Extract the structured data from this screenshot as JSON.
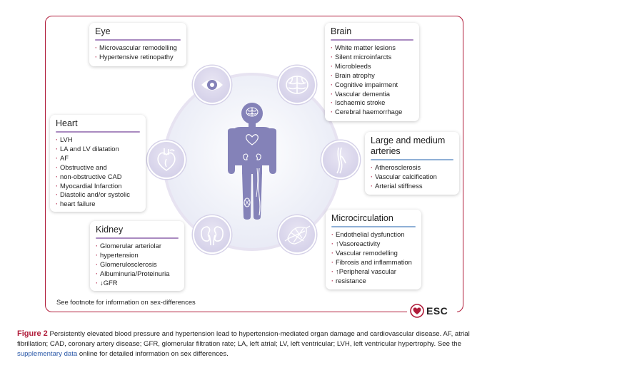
{
  "cards": {
    "eye": {
      "title": "Eye",
      "items": [
        "Microvascular remodelling",
        "Hypertensive retinopathy"
      ]
    },
    "brain": {
      "title": "Brain",
      "items": [
        "White matter lesions",
        "Silent microinfarcts",
        "Microbleeds",
        "Brain atrophy",
        "Cognitive impairment",
        "Vascular dementia",
        "Ischaemic stroke",
        "Cerebral haemorrhage"
      ]
    },
    "heart": {
      "title": "Heart",
      "items": [
        "LVH",
        "LA and LV dilatation",
        "AF",
        "Obstructive and",
        "non-obstructive CAD",
        "Myocardial Infarction",
        "Diastolic and/or systolic",
        "heart failure"
      ]
    },
    "arteries": {
      "title_line1": "Large and medium",
      "title_line2": "arteries",
      "items": [
        "Atherosclerosis",
        "Vascular calcification",
        "Arterial stiffness"
      ]
    },
    "kidney": {
      "title": "Kidney",
      "items": [
        "Glomerular arteriolar",
        "hypertension",
        "Glomerulosclerosis",
        "Albuminuria/Proteinuria",
        "↓GFR"
      ]
    },
    "microcirculation": {
      "title": "Microcirculation",
      "items": [
        "Endothelial dysfunction",
        "↑Vasoreactivity",
        "Vascular remodelling",
        "Fibrosis and inflammation",
        "↑Peripheral vascular",
        "resistance"
      ]
    }
  },
  "footnote": "See footnote for information on sex-differences",
  "logo_text": "ESC",
  "caption": {
    "figure_label": "Figure 2",
    "text_before_link": " Persistently elevated blood pressure and hypertension lead to hypertension-mediated organ damage and cardiovascular disease. AF, atrial fibrillation; CAD, coronary artery disease; GFR, glomerular filtration rate; LA, left atrial; LV, left ventricular; LVH, left ventricular hypertrophy. See the ",
    "link_text": "supplementary data",
    "text_after_link": " online for detailed information on sex differences."
  },
  "colors": {
    "frame": "#b01c3a",
    "body": "#8482b8",
    "organ_fill": "#cfcbe6",
    "rule_purple": "#a98ac0",
    "rule_blue": "#8fb0d6"
  },
  "icons": [
    "eye-icon",
    "brain-icon",
    "heart-icon",
    "artery-icon",
    "kidney-icon",
    "microcirculation-icon",
    "human-body-icon",
    "esc-heart-icon"
  ]
}
